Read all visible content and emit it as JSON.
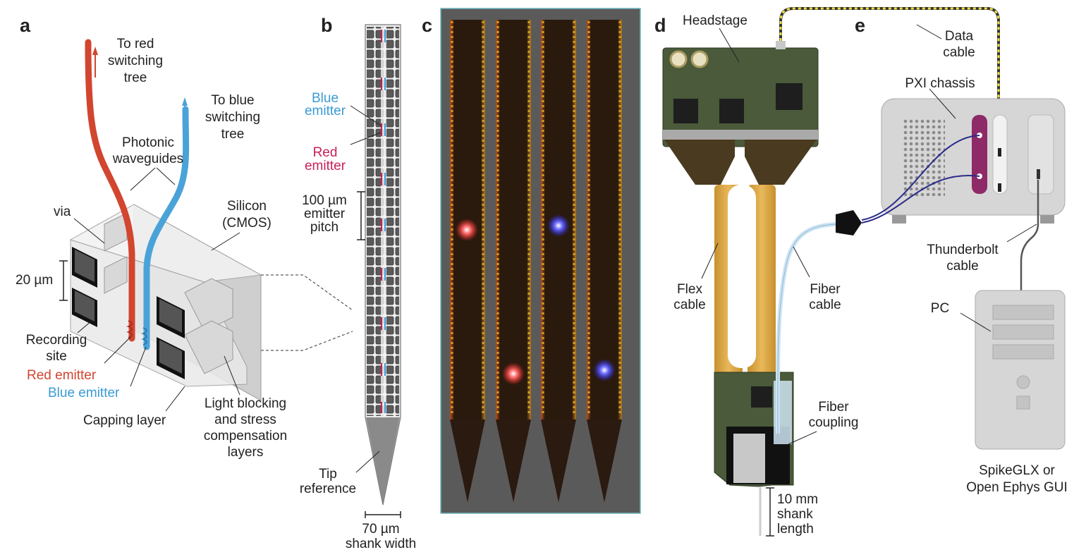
{
  "panels": {
    "a": {
      "letter": "a",
      "to_red_1": "To red",
      "to_red_2": "switching",
      "to_red_3": "tree",
      "to_blue_1": "To blue",
      "to_blue_2": "switching",
      "to_blue_3": "tree",
      "waveguides_1": "Photonic",
      "waveguides_2": "waveguides",
      "via": "via",
      "silicon_1": "Silicon",
      "silicon_2": "(CMOS)",
      "scale_20": "20 µm",
      "recording_1": "Recording",
      "recording_2": "site",
      "red_emitter": "Red emitter",
      "blue_emitter": "Blue emitter",
      "capping": "Capping layer",
      "light_1": "Light blocking",
      "light_2": "and stress",
      "light_3": "compensation",
      "light_4": "layers"
    },
    "b": {
      "letter": "b",
      "blue_1": "Blue",
      "blue_2": "emitter",
      "red_1": "Red",
      "red_2": "emitter",
      "pitch_1": "100 µm",
      "pitch_2": "emitter",
      "pitch_3": "pitch",
      "tip_1": "Tip",
      "tip_2": "reference",
      "width_1": "70 µm",
      "width_2": "shank width"
    },
    "c": {
      "letter": "c"
    },
    "d": {
      "letter": "d",
      "headstage": "Headstage",
      "flex_1": "Flex",
      "flex_2": "cable",
      "fiber_1": "Fiber",
      "fiber_2": "cable",
      "coupling_1": "Fiber",
      "coupling_2": "coupling",
      "shank_1": "10 mm",
      "shank_2": "shank",
      "shank_3": "length"
    },
    "e": {
      "letter": "e",
      "data_1": "Data",
      "data_2": "cable",
      "pxi": "PXI chassis",
      "tb_1": "Thunderbolt",
      "tb_2": "cable",
      "pc": "PC",
      "sw_1": "SpikeGLX or",
      "sw_2": "Open Ephys GUI"
    }
  },
  "colors": {
    "red": "#d2452f",
    "blue": "#4aa3d8",
    "red_text": "#d2452f",
    "blue_text": "#3a9bd5",
    "magenta": "#c8205a",
    "pcb_green": "#4a5a3a",
    "flex_orange": "#d9a441",
    "chassis_gray": "#d6d6d6",
    "photo_bg": "#5a5a5a"
  }
}
